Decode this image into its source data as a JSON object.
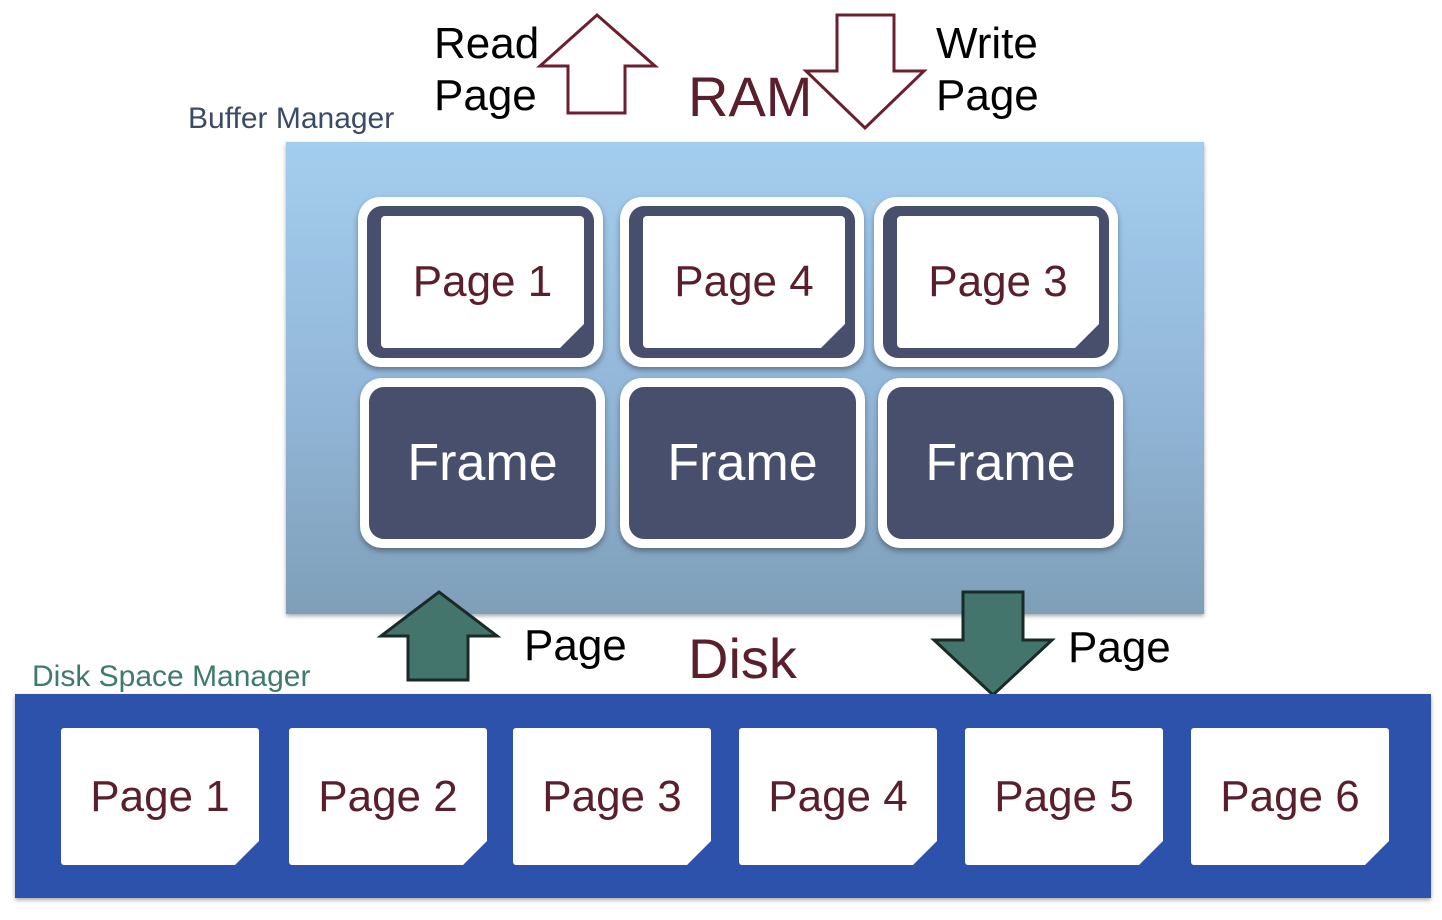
{
  "labels": {
    "buffer_manager": "Buffer Manager",
    "disk_space_manager": "Disk Space Manager",
    "ram": "RAM",
    "disk": "Disk",
    "read_page_line1": "Read",
    "read_page_line2": "Page",
    "write_page_line1": "Write",
    "write_page_line2": "Page",
    "page_up": "Page",
    "page_down": "Page"
  },
  "buffer_pool": {
    "slots": [
      {
        "page": "Page 1",
        "frame": "Frame"
      },
      {
        "page": "Page 4",
        "frame": "Frame"
      },
      {
        "page": "Page 3",
        "frame": "Frame"
      }
    ]
  },
  "disk": {
    "pages": [
      "Page 1",
      "Page 2",
      "Page 3",
      "Page 4",
      "Page 5",
      "Page 6"
    ]
  },
  "colors": {
    "buffer_gradient_top": "#a3cdee",
    "buffer_gradient_bottom": "#7f9fb8",
    "frame": "#474f6c",
    "disk_bar": "#2c52ac",
    "page_text": "#5a1e2c",
    "io_arrow_fill": "#44756c",
    "ram_arrow_stroke": "#6b2030"
  }
}
